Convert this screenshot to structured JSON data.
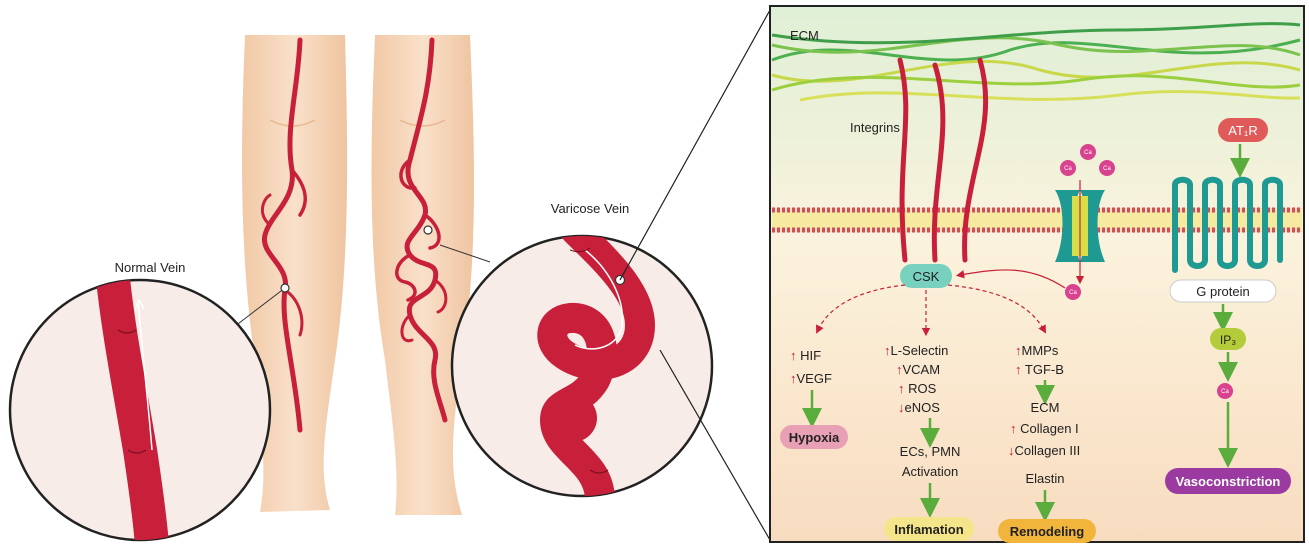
{
  "left": {
    "normal_vein_label": "Normal Vein",
    "varicose_vein_label": "Varicose Vein"
  },
  "panel": {
    "ecm_label": "ECM",
    "integrins_label": "Integrins",
    "csk_label": "CSK",
    "ca_label": "Ca",
    "at1r_label": "AT₁R",
    "gprotein_label": "G protein",
    "ip3_label": "IP₃",
    "col1": [
      "HIF",
      "VEGF"
    ],
    "col1_direction": [
      "up",
      "up"
    ],
    "hypoxia_label": "Hypoxia",
    "col2": [
      "L-Selectin",
      "VCAM",
      "ROS",
      "eNOS"
    ],
    "col2_direction": [
      "up",
      "up",
      "up",
      "down"
    ],
    "ecs_pmn_label": "ECs, PMN",
    "activation_label": "Activation",
    "inflamation_label": "Inflamation",
    "col3_top": [
      "MMPs",
      "TGF-B"
    ],
    "col3_top_direction": [
      "up",
      "up"
    ],
    "col3_ecm_label": "ECM",
    "col3_mid": [
      "Collagen I",
      "Collagen III"
    ],
    "col3_mid_direction": [
      "up",
      "down"
    ],
    "elastin_label": "Elastin",
    "remodeling_label": "Remodeling",
    "vasoconstriction_label": "Vasoconstriction"
  },
  "colors": {
    "vein_red": "#c8203a",
    "skin": "#f6d9c0",
    "up_arrow": "#c8203a",
    "flow_arrow_green": "#5aac3c",
    "receptor_teal": "#1f9a93",
    "hypoxia_pill": "#e8a0b4",
    "inflamation_pill": "#f5e58a",
    "remodeling_pill": "#f2b53c",
    "vasoconstriction_pill": "#9b3aa0"
  }
}
